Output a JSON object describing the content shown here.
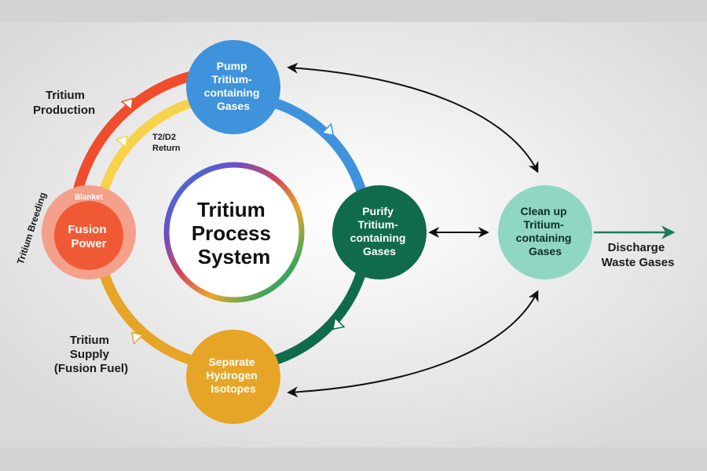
{
  "title_lines": [
    "Tritium",
    "Process",
    "System"
  ],
  "nodes": {
    "pump": {
      "lines": [
        "Pump",
        "Tritium-",
        "containing",
        "Gases"
      ],
      "color": "#3f93dc"
    },
    "purify": {
      "lines": [
        "Purify",
        "Tritium-",
        "containing",
        "Gases"
      ],
      "color": "#0f6b4c"
    },
    "separate": {
      "lines": [
        "Separate",
        "Hydrogen",
        "Isotopes"
      ],
      "color": "#e6a526"
    },
    "fusion": {
      "lines": [
        "Fusion",
        "Power"
      ],
      "color": "#ef5a35",
      "ring_color": "#f4a08a",
      "ring_label": "Blanket"
    },
    "cleanup": {
      "lines": [
        "Clean up",
        "Tritium-",
        "containing",
        "Gases"
      ],
      "color": "#8fd6c3"
    }
  },
  "labels": {
    "tritium_production": [
      "Tritium",
      "Production"
    ],
    "t2d2_return": [
      "T2/D2",
      "Return"
    ],
    "tritium_breeding": "Tritium Breeding",
    "tritium_supply": [
      "Tritium",
      "Supply",
      "(Fusion Fuel)"
    ],
    "discharge": [
      "Discharge",
      "Waste Gases"
    ]
  },
  "colors": {
    "background_center": "#ffffff",
    "background_edge": "#d9d9d9",
    "ring_blue": "#3f93dc",
    "ring_green": "#0f6b4c",
    "ring_yellow": "#e6a526",
    "ring_red": "#ef4d2c",
    "ring_inner_yellow": "#f7d24a",
    "discharge_arrow": "#1f7a5c",
    "connector": "#111111"
  }
}
